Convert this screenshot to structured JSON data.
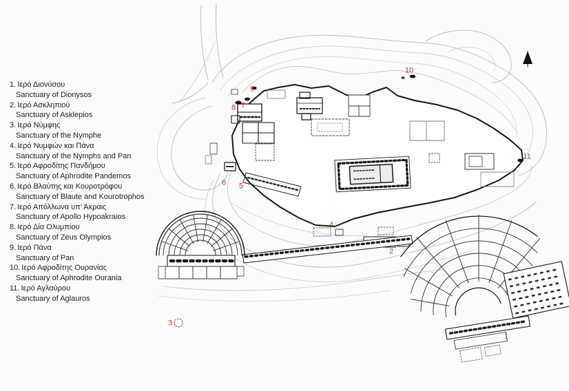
{
  "page": {
    "background": "#fbfbfb"
  },
  "legend": {
    "items": [
      {
        "num": "1.",
        "greek": "Ιερό Διονύσου",
        "english": "Sanctuary of Dionysos"
      },
      {
        "num": "2.",
        "greek": "Ιερό Ασκληπιού",
        "english": "Sanctuary of Asklepios"
      },
      {
        "num": "3.",
        "greek": "Ιερό Νύμφης",
        "english": "Sanctuary of the Nymphe"
      },
      {
        "num": "4.",
        "greek": "Ιερό Νυμφών και Πάνα",
        "english": "Sanctuary of the Nymphs and Pan"
      },
      {
        "num": "5.",
        "greek": "Ιερό Αφροδίτης Πανδήμου",
        "english": "Sanctuary of Aphrodite Pandemos"
      },
      {
        "num": "6.",
        "greek": "Ιερό Βλαύτης και Κουροτρόφου",
        "english": "Sanctuary of Blaute and Kourotrophos"
      },
      {
        "num": "7.",
        "greek": "Ιερό Απόλλωνα υπ’ Άκραις",
        "english": "Sanctuary of Apollo Hypoakraios"
      },
      {
        "num": "8.",
        "greek": "Ιερό Δία Ολυμπίου",
        "english": "Sanctuary of Zeus Olympios"
      },
      {
        "num": "9.",
        "greek": "Ιερό Πάνα",
        "english": "Sanctuary of Pan"
      },
      {
        "num": "10.",
        "greek": "Ιερό Αφροδίτης Ουρανίας",
        "english": "Sanctuary of Aphrodite Ourania"
      },
      {
        "num": "11.",
        "greek": "Ιερό Αγλαύρου",
        "english": "Sanctuary of Aglauros"
      }
    ]
  },
  "map": {
    "markers": [
      {
        "label": "1"
      },
      {
        "label": "2"
      },
      {
        "label": "3"
      },
      {
        "label": "4"
      },
      {
        "label": "5"
      },
      {
        "label": "6"
      },
      {
        "label": "7"
      },
      {
        "label": "8"
      },
      {
        "label": "9"
      },
      {
        "label": "10"
      },
      {
        "label": "11"
      }
    ],
    "colors": {
      "marker_red": "#c9361f",
      "wall_black": "#161616",
      "contour_gray": "#b9b9b9"
    }
  }
}
